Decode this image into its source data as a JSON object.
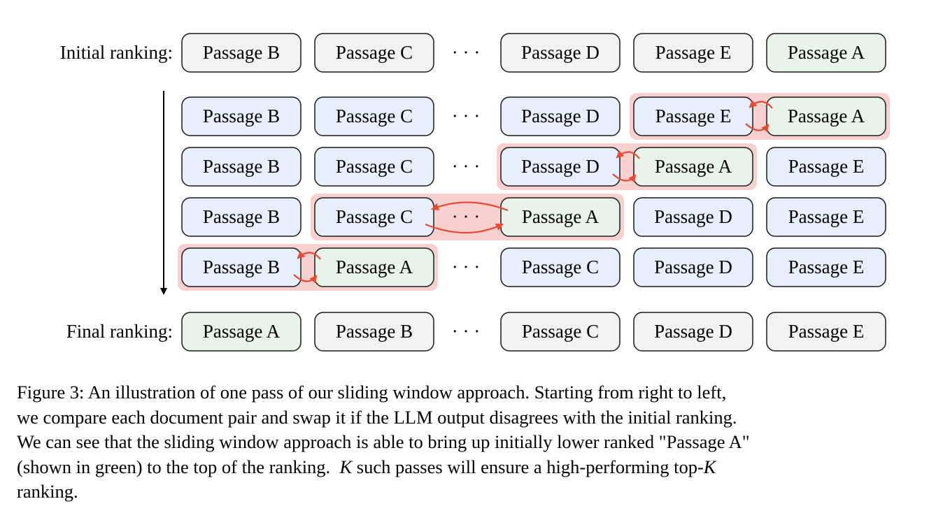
{
  "labels": {
    "initial": "Initial ranking:",
    "final": "Final ranking:",
    "ellipsis": "· · ·"
  },
  "colors": {
    "gray": "#f2f2f3",
    "blue": "#e8effc",
    "green": "#e8f3e9",
    "highlight": "#f7d0cf",
    "arrow": "#e84a32",
    "border": "#1a1a1a"
  },
  "rows": [
    {
      "name": "initial",
      "passages": [
        "Passage B",
        "Passage C",
        "Passage D",
        "Passage E",
        "Passage A"
      ],
      "colors": [
        "gray",
        "gray",
        "gray",
        "gray",
        "green"
      ]
    },
    {
      "name": "step-1",
      "passages": [
        "Passage B",
        "Passage C",
        "Passage D",
        "Passage E",
        "Passage A"
      ],
      "colors": [
        "blue",
        "blue",
        "blue",
        "blue",
        "green"
      ]
    },
    {
      "name": "step-2",
      "passages": [
        "Passage B",
        "Passage C",
        "Passage D",
        "Passage A",
        "Passage E"
      ],
      "colors": [
        "blue",
        "blue",
        "blue",
        "green",
        "blue"
      ]
    },
    {
      "name": "step-3",
      "passages": [
        "Passage B",
        "Passage C",
        "Passage A",
        "Passage D",
        "Passage E"
      ],
      "colors": [
        "blue",
        "blue",
        "green",
        "blue",
        "blue"
      ]
    },
    {
      "name": "step-4",
      "passages": [
        "Passage B",
        "Passage A",
        "Passage C",
        "Passage D",
        "Passage E"
      ],
      "colors": [
        "blue",
        "green",
        "blue",
        "blue",
        "blue"
      ]
    },
    {
      "name": "final",
      "passages": [
        "Passage A",
        "Passage B",
        "Passage C",
        "Passage D",
        "Passage E"
      ],
      "colors": [
        "green",
        "gray",
        "gray",
        "gray",
        "gray"
      ]
    }
  ],
  "swaps": [
    {
      "row": 1,
      "from_col": 3,
      "to_col": 4
    },
    {
      "row": 2,
      "from_col": 2,
      "to_col": 3
    },
    {
      "row": 3,
      "from_col": 1,
      "to_col": 2
    },
    {
      "row": 4,
      "from_col": 0,
      "to_col": 1
    }
  ],
  "caption": {
    "line1": "Figure 3:  An illustration of one pass of our sliding window approach.  Starting from right to left,",
    "line2": "we compare each document pair and swap it if the LLM output disagrees with the initial ranking.",
    "line3": "We can see that the sliding window approach is able to bring up initially lower ranked \"Passage A\"",
    "line4_a": "(shown in green) to the top of the ranking.  ",
    "line4_k1": "K",
    "line4_b": " such passes will ensure a high-performing top-",
    "line4_k2": "K",
    "line5": "ranking."
  }
}
